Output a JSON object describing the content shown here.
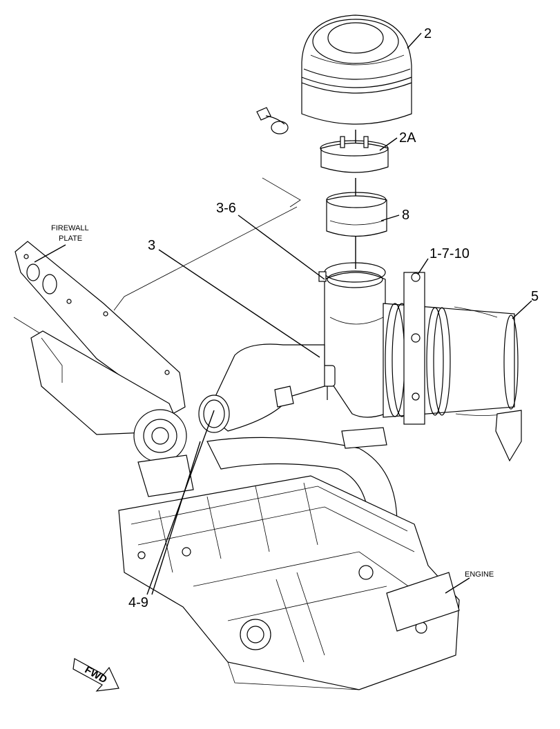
{
  "callouts": {
    "c2": "2",
    "c2a": "2A",
    "c8": "8",
    "c3_6": "3-6",
    "c3": "3",
    "c1_7_10": "1-7-10",
    "c5": "5",
    "c4_9": "4-9"
  },
  "labels": {
    "firewall_line1": "FIREWALL",
    "firewall_line2": "PLATE",
    "engine": "ENGINE",
    "fwd": "FWD"
  }
}
